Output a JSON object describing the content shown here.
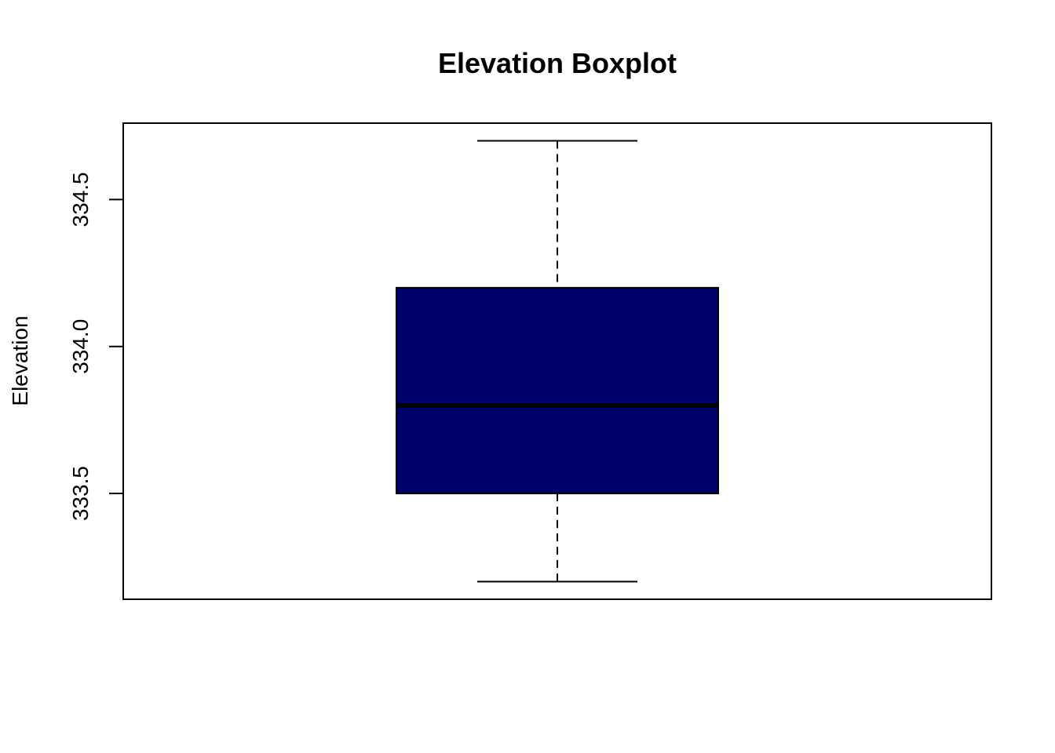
{
  "chart_data": {
    "type": "boxplot",
    "title": "Elevation Boxplot",
    "xlabel": "",
    "ylabel": "Elevation",
    "ylim": [
      333.14,
      334.76
    ],
    "yticks": [
      333.5,
      334.0,
      334.5
    ],
    "ytick_labels": [
      "333.5",
      "334.0",
      "334.5"
    ],
    "grid": false,
    "box": {
      "whisker_low": 333.2,
      "q1": 333.5,
      "median": 333.8,
      "q3": 334.2,
      "whisker_high": 334.7
    },
    "colors": {
      "box_fill": "#00006B",
      "line": "#000000"
    }
  }
}
